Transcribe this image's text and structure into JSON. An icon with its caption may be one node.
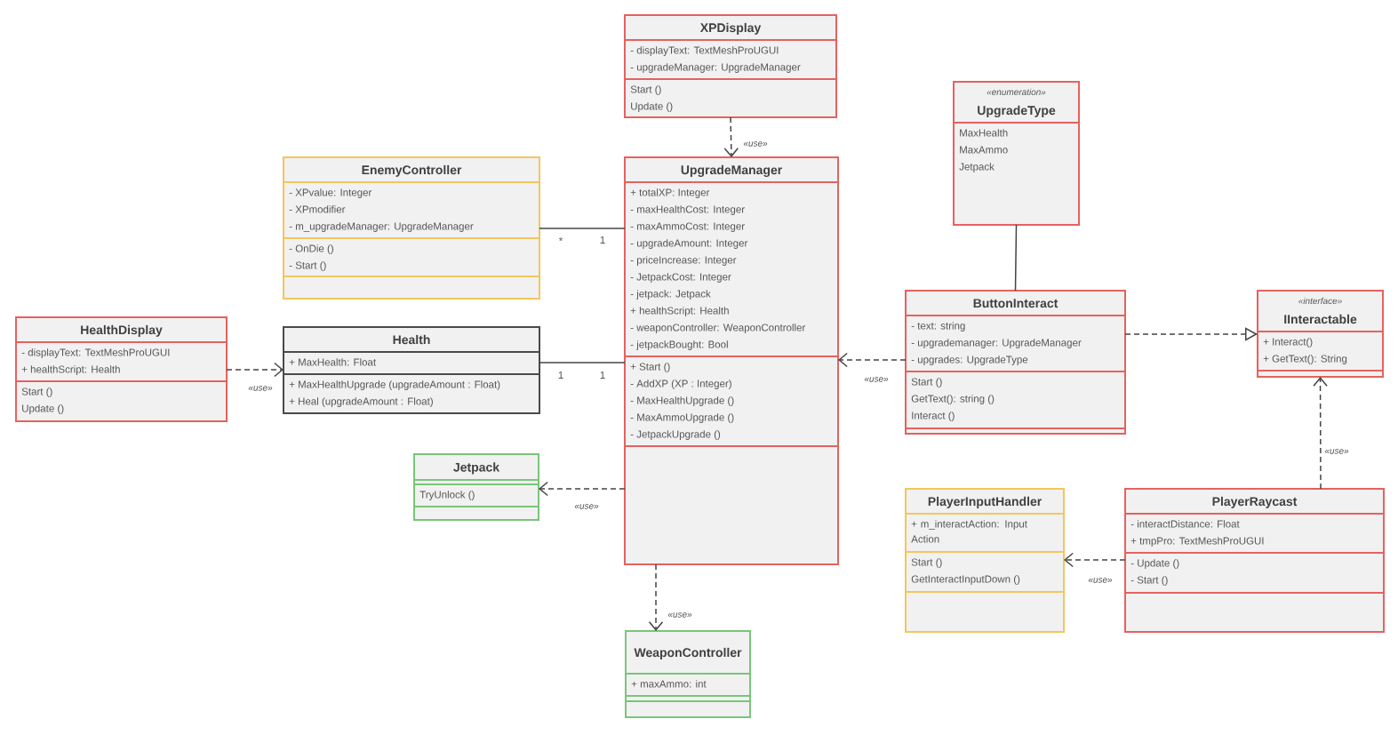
{
  "diagram": {
    "nodes": [
      {
        "text": [
          "XPDisplay",
          "- displayText: TextMeshProUGUI",
          "- upgradeManager: UpgradeManager",
          "Start ()",
          "Update ()"
        ]
      },
      {
        "text": [
          "«enumeration»",
          "UpgradeType",
          "MaxHealth",
          "MaxAmmo",
          "Jetpack"
        ]
      },
      {
        "text": [
          "EnemyController",
          "- XPvalue: Integer",
          "- XPmodifier",
          "- m_upgradeManager: UpgradeManager",
          "- OnDie ()",
          "- Start ()"
        ]
      },
      {
        "text": [
          "UpgradeManager",
          "+ totalXP: Integer",
          "- maxHealthCost: Integer",
          "- maxAmmoCost: Integer",
          "- upgradeAmount: Integer",
          "- priceIncrease: Integer",
          "- JetpackCost: Integer",
          "- jetpack: Jetpack",
          "+ healthScript: Health",
          "- weaponController: WeaponController",
          "- jetpackBought: Bool",
          "+ Start ()",
          "- AddXP (XP : Integer)",
          "- MaxHealthUpgrade ()",
          "- MaxAmmoUpgrade ()",
          "- JetpackUpgrade ()"
        ]
      },
      {
        "text": [
          "ButtonInteract",
          "- text: string",
          "- upgrademanager: UpgradeManager",
          "- upgrades: UpgradeType",
          "Start ()",
          "GetText(): string ()",
          "Interact ()"
        ]
      },
      {
        "text": [
          "«interface»",
          "IInteractable",
          "+ Interact()",
          "+ GetText(): String"
        ]
      },
      {
        "text": [
          "HealthDisplay",
          "- displayText: TextMeshProUGUI",
          "+ healthScript: Health",
          "Start ()",
          "Update ()"
        ]
      },
      {
        "text": [
          "Health",
          "+ MaxHealth: Float",
          "+ MaxHealthUpgrade (upgradeAmount : Float)",
          "+ Heal (upgradeAmount : Float)"
        ]
      },
      {
        "text": [
          "Jetpack",
          "TryUnlock ()"
        ]
      },
      {
        "text": [
          "PlayerInputHandler",
          "+ m_interactAction: Input Action",
          "Start ()",
          "GetInteractInputDown ()"
        ]
      },
      {
        "text": [
          "PlayerRaycast",
          "- interactDistance: Float",
          "+ tmpPro: TextMeshProUGUI",
          "- Update ()",
          "- Start ()"
        ]
      },
      {
        "text": [
          "WeaponController",
          "+ maxAmmo: int"
        ]
      }
    ],
    "edges": [
      {
        "from": 0,
        "to": 3,
        "arrow": "to",
        "style": "dashed",
        "label": "«use»"
      },
      {
        "from": 2,
        "to": 3,
        "arrow": "none"
      },
      {
        "from": 1,
        "to": 4,
        "arrow": "none"
      },
      {
        "from": 6,
        "to": 7,
        "arrow": "to",
        "style": "dashed",
        "label": "«use»"
      },
      {
        "from": 7,
        "to": 3,
        "arrow": "none"
      },
      {
        "from": 4,
        "to": 3,
        "arrow": "to",
        "style": "dashed",
        "label": "«use»"
      },
      {
        "from": 4,
        "to": 5,
        "arrow": "to",
        "style": "dashed"
      },
      {
        "from": 3,
        "to": 8,
        "arrow": "to",
        "style": "dashed",
        "label": "«use»"
      },
      {
        "from": 10,
        "to": 5,
        "arrow": "to",
        "style": "dashed",
        "label": "«use»"
      },
      {
        "from": 10,
        "to": 9,
        "arrow": "to",
        "style": "dashed",
        "label": "«use»"
      },
      {
        "from": 3,
        "to": 11,
        "arrow": "to",
        "style": "dashed",
        "label": "«use»"
      }
    ],
    "labels": [
      "*",
      "1",
      "1",
      "1"
    ]
  }
}
